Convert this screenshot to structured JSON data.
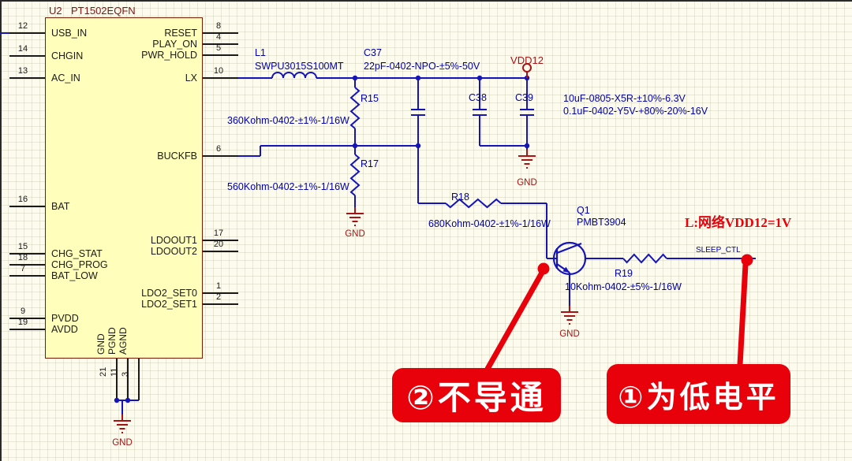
{
  "title": {
    "refdes": "U2",
    "part": "PT1502EQFN"
  },
  "ic": {
    "left_pins": [
      {
        "num": "12",
        "label": "USB_IN"
      },
      {
        "num": "14",
        "label": "CHGIN"
      },
      {
        "num": "13",
        "label": "AC_IN"
      },
      {
        "num": "16",
        "label": "BAT"
      },
      {
        "num": "15",
        "label": "CHG_STAT"
      },
      {
        "num": "18",
        "label": "CHG_PROG"
      },
      {
        "num": "7",
        "label": "BAT_LOW"
      },
      {
        "num": "9",
        "label": "PVDD"
      },
      {
        "num": "19",
        "label": "AVDD"
      }
    ],
    "right_pins": [
      {
        "num": "8",
        "label": "RESET"
      },
      {
        "num": "4",
        "label": "PLAY_ON"
      },
      {
        "num": "5",
        "label": "PWR_HOLD"
      },
      {
        "num": "10",
        "label": "LX"
      },
      {
        "num": "6",
        "label": "BUCKFB"
      },
      {
        "num": "17",
        "label": "LDOOUT1"
      },
      {
        "num": "20",
        "label": "LDOOUT2"
      },
      {
        "num": "1",
        "label": "LDO2_SET0"
      },
      {
        "num": "2",
        "label": "LDO2_SET1"
      }
    ],
    "bottom_pins": [
      {
        "num": "21",
        "label": "GND"
      },
      {
        "num": "11",
        "label": "PGND"
      },
      {
        "num": "3",
        "label": "AGND"
      }
    ]
  },
  "components": {
    "l1": {
      "refdes": "L1",
      "value": "SWPU3015S100MT"
    },
    "c37": {
      "refdes": "C37",
      "value": "22pF-0402-NPO-±5%-50V"
    },
    "c38": {
      "refdes": "C38"
    },
    "c39": {
      "refdes": "C39"
    },
    "cap_values": {
      "line1": "10uF-0805-X5R-±10%-6.3V",
      "line2": "0.1uF-0402-Y5V-+80%-20%-16V"
    },
    "r15": {
      "refdes": "R15",
      "value": "360Kohm-0402-±1%-1/16W"
    },
    "r17": {
      "refdes": "R17",
      "value": "560Kohm-0402-±1%-1/16W"
    },
    "r18": {
      "refdes": "R18",
      "value": "680Kohm-0402-±1%-1/16W"
    },
    "r19": {
      "refdes": "R19",
      "value": "10Kohm-0402-±5%-1/16W"
    },
    "q1": {
      "refdes": "Q1",
      "value": "PMBT3904"
    }
  },
  "nets": {
    "vdd12": "VDD12",
    "sleep_ctl": "SLEEP_CTL",
    "gnd": "GND"
  },
  "annotations": {
    "note": "L:网络VDD12=1V",
    "callout_low_level": "①为低电平",
    "callout_not_conducting": "②不导通"
  },
  "colors": {
    "wire_blue": "#1414B8",
    "label_blue": "#0000A6",
    "power_red": "#A51414",
    "annotation_red": "#E8000B",
    "ic_fill": "#FFFFBB",
    "ic_border": "#7A1A00"
  }
}
